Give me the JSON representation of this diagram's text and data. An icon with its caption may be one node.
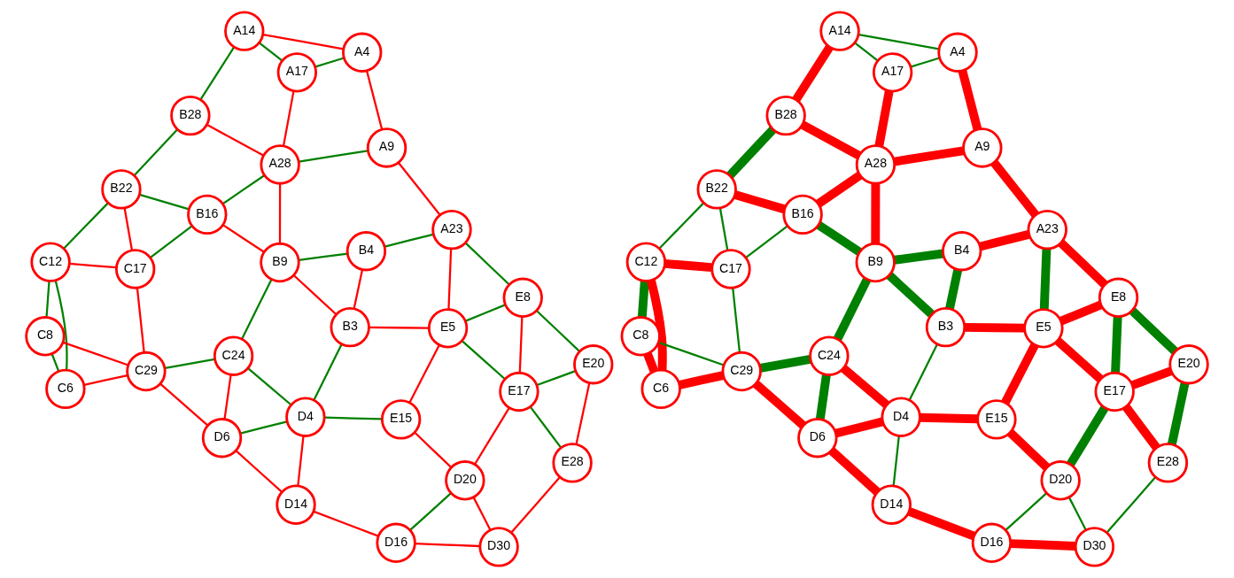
{
  "diagram": {
    "nodes": [
      {
        "text": [
          "A14"
        ]
      },
      {
        "text": [
          "B28"
        ]
      },
      {
        "text": [
          "A4"
        ]
      },
      {
        "text": [
          "B22"
        ]
      },
      {
        "text": [
          "C12"
        ]
      },
      {
        "text": [
          "A17"
        ]
      },
      {
        "text": [
          "A9"
        ]
      },
      {
        "text": [
          "C17"
        ]
      },
      {
        "text": [
          "C8"
        ]
      },
      {
        "text": [
          "C6"
        ]
      },
      {
        "text": [
          "A28"
        ]
      },
      {
        "text": [
          "B16"
        ]
      },
      {
        "text": [
          "A23"
        ]
      },
      {
        "text": [
          "B9"
        ]
      },
      {
        "text": [
          "B4"
        ]
      },
      {
        "text": [
          "C24"
        ]
      },
      {
        "text": [
          "C29"
        ]
      },
      {
        "text": [
          "B3"
        ]
      },
      {
        "text": [
          "E5"
        ]
      },
      {
        "text": [
          "D4"
        ]
      },
      {
        "text": [
          "D6"
        ]
      },
      {
        "text": [
          "E8"
        ]
      },
      {
        "text": [
          "E15"
        ]
      },
      {
        "text": [
          "D14"
        ]
      },
      {
        "text": [
          "D16"
        ]
      },
      {
        "text": [
          "E17"
        ]
      },
      {
        "text": [
          "D20"
        ]
      },
      {
        "text": [
          "E20"
        ]
      },
      {
        "text": [
          "D30"
        ]
      },
      {
        "text": [
          "E28"
        ]
      },
      {
        "text": [
          "A14"
        ]
      },
      {
        "text": [
          "B28"
        ]
      },
      {
        "text": [
          "A4"
        ]
      },
      {
        "text": [
          "B22"
        ]
      },
      {
        "text": [
          "C12"
        ]
      },
      {
        "text": [
          "A17"
        ]
      },
      {
        "text": [
          "A9"
        ]
      },
      {
        "text": [
          "C17"
        ]
      },
      {
        "text": [
          "C8"
        ]
      },
      {
        "text": [
          "C6"
        ]
      },
      {
        "text": [
          "A28"
        ]
      },
      {
        "text": [
          "B16"
        ]
      },
      {
        "text": [
          "A23"
        ]
      },
      {
        "text": [
          "B9"
        ]
      },
      {
        "text": [
          "B4"
        ]
      },
      {
        "text": [
          "C24"
        ]
      },
      {
        "text": [
          "C29"
        ]
      },
      {
        "text": [
          "B3"
        ]
      },
      {
        "text": [
          "E5"
        ]
      },
      {
        "text": [
          "D4"
        ]
      },
      {
        "text": [
          "D6"
        ]
      },
      {
        "text": [
          "E8"
        ]
      },
      {
        "text": [
          "E15"
        ]
      },
      {
        "text": [
          "D14"
        ]
      },
      {
        "text": [
          "D16"
        ]
      },
      {
        "text": [
          "E17"
        ]
      },
      {
        "text": [
          "D20"
        ]
      },
      {
        "text": [
          "E20"
        ]
      },
      {
        "text": [
          "D30"
        ]
      },
      {
        "text": [
          "E28"
        ]
      }
    ],
    "edges": [
      {
        "from": 0,
        "to": 2,
        "arrow": "none"
      },
      {
        "from": 0,
        "to": 1,
        "arrow": "none",
        "color": "#008000"
      },
      {
        "from": 0,
        "to": 5,
        "arrow": "none",
        "color": "#008000"
      },
      {
        "from": 2,
        "to": 5,
        "arrow": "none",
        "color": "#008000"
      },
      {
        "from": 2,
        "to": 6,
        "arrow": "none"
      },
      {
        "from": 5,
        "to": 10,
        "arrow": "none"
      },
      {
        "from": 6,
        "to": 10,
        "arrow": "none",
        "color": "#008000"
      },
      {
        "from": 6,
        "to": 12,
        "arrow": "none"
      },
      {
        "from": 1,
        "to": 10,
        "arrow": "none"
      },
      {
        "from": 1,
        "to": 3,
        "arrow": "none",
        "color": "#008000"
      },
      {
        "from": 3,
        "to": 4,
        "arrow": "none",
        "color": "#008000"
      },
      {
        "from": 3,
        "to": 11,
        "arrow": "none",
        "color": "#008000"
      },
      {
        "from": 3,
        "to": 7,
        "arrow": "none"
      },
      {
        "from": 4,
        "to": 7,
        "arrow": "none"
      },
      {
        "from": 4,
        "to": 8,
        "arrow": "none",
        "color": "#008000"
      },
      {
        "from": 4,
        "to": 9,
        "arrow": "none",
        "color": "#008000"
      },
      {
        "from": 8,
        "to": 9,
        "arrow": "none",
        "color": "#008000"
      },
      {
        "from": 8,
        "to": 16,
        "arrow": "none"
      },
      {
        "from": 9,
        "to": 16,
        "arrow": "none"
      },
      {
        "from": 7,
        "to": 11,
        "arrow": "none",
        "color": "#008000"
      },
      {
        "from": 7,
        "to": 16,
        "arrow": "none"
      },
      {
        "from": 10,
        "to": 11,
        "arrow": "none",
        "color": "#008000"
      },
      {
        "from": 10,
        "to": 13,
        "arrow": "none"
      },
      {
        "from": 11,
        "to": 13,
        "arrow": "none"
      },
      {
        "from": 12,
        "to": 14,
        "arrow": "none",
        "color": "#008000"
      },
      {
        "from": 12,
        "to": 21,
        "arrow": "none",
        "color": "#008000"
      },
      {
        "from": 12,
        "to": 18,
        "arrow": "none"
      },
      {
        "from": 14,
        "to": 13,
        "arrow": "none",
        "color": "#008000"
      },
      {
        "from": 14,
        "to": 17,
        "arrow": "none"
      },
      {
        "from": 13,
        "to": 17,
        "arrow": "none"
      },
      {
        "from": 13,
        "to": 15,
        "arrow": "none",
        "color": "#008000"
      },
      {
        "from": 15,
        "to": 16,
        "arrow": "none",
        "color": "#008000"
      },
      {
        "from": 15,
        "to": 19,
        "arrow": "none",
        "color": "#008000"
      },
      {
        "from": 15,
        "to": 20,
        "arrow": "none"
      },
      {
        "from": 16,
        "to": 20,
        "arrow": "none"
      },
      {
        "from": 17,
        "to": 18,
        "arrow": "none"
      },
      {
        "from": 17,
        "to": 19,
        "arrow": "none",
        "color": "#008000"
      },
      {
        "from": 18,
        "to": 21,
        "arrow": "none",
        "color": "#008000"
      },
      {
        "from": 18,
        "to": 22,
        "arrow": "none"
      },
      {
        "from": 18,
        "to": 25,
        "arrow": "none",
        "color": "#008000"
      },
      {
        "from": 19,
        "to": 20,
        "arrow": "none",
        "color": "#008000"
      },
      {
        "from": 19,
        "to": 22,
        "arrow": "none",
        "color": "#008000"
      },
      {
        "from": 19,
        "to": 23,
        "arrow": "none"
      },
      {
        "from": 20,
        "to": 23,
        "arrow": "none"
      },
      {
        "from": 21,
        "to": 25,
        "arrow": "none"
      },
      {
        "from": 21,
        "to": 27,
        "arrow": "none",
        "color": "#008000"
      },
      {
        "from": 22,
        "to": 26,
        "arrow": "none"
      },
      {
        "from": 23,
        "to": 24,
        "arrow": "none"
      },
      {
        "from": 25,
        "to": 27,
        "arrow": "none",
        "color": "#008000"
      },
      {
        "from": 25,
        "to": 26,
        "arrow": "none"
      },
      {
        "from": 25,
        "to": 29,
        "arrow": "none",
        "color": "#008000"
      },
      {
        "from": 24,
        "to": 26,
        "arrow": "none",
        "color": "#008000"
      },
      {
        "from": 24,
        "to": 28,
        "arrow": "none"
      },
      {
        "from": 26,
        "to": 28,
        "arrow": "none"
      },
      {
        "from": 27,
        "to": 29,
        "arrow": "none"
      },
      {
        "from": 29,
        "to": 28,
        "arrow": "none"
      },
      {
        "from": 30,
        "to": 32,
        "arrow": "none",
        "color": "#008000"
      },
      {
        "from": 30,
        "to": 31,
        "arrow": "none",
        "style": "thick"
      },
      {
        "from": 30,
        "to": 35,
        "arrow": "none",
        "color": "#008000"
      },
      {
        "from": 32,
        "to": 35,
        "arrow": "none",
        "color": "#008000"
      },
      {
        "from": 32,
        "to": 36,
        "arrow": "none",
        "style": "thick"
      },
      {
        "from": 35,
        "to": 40,
        "arrow": "none",
        "style": "thick"
      },
      {
        "from": 36,
        "to": 40,
        "arrow": "none",
        "style": "thick"
      },
      {
        "from": 36,
        "to": 42,
        "arrow": "none",
        "style": "thick"
      },
      {
        "from": 31,
        "to": 40,
        "arrow": "none",
        "style": "thick"
      },
      {
        "from": 31,
        "to": 33,
        "arrow": "none",
        "style": "thick",
        "color": "#008000"
      },
      {
        "from": 33,
        "to": 34,
        "arrow": "none",
        "color": "#008000"
      },
      {
        "from": 33,
        "to": 41,
        "arrow": "none",
        "style": "thick"
      },
      {
        "from": 33,
        "to": 37,
        "arrow": "none",
        "color": "#008000"
      },
      {
        "from": 34,
        "to": 37,
        "arrow": "none",
        "style": "thick"
      },
      {
        "from": 34,
        "to": 38,
        "arrow": "none",
        "style": "thick",
        "color": "#008000"
      },
      {
        "from": 34,
        "to": 39,
        "arrow": "none",
        "style": "thick"
      },
      {
        "from": 38,
        "to": 39,
        "arrow": "none",
        "style": "thick"
      },
      {
        "from": 38,
        "to": 46,
        "arrow": "none",
        "color": "#008000"
      },
      {
        "from": 39,
        "to": 46,
        "arrow": "none",
        "style": "thick"
      },
      {
        "from": 37,
        "to": 41,
        "arrow": "none",
        "color": "#008000"
      },
      {
        "from": 37,
        "to": 46,
        "arrow": "none",
        "color": "#008000"
      },
      {
        "from": 40,
        "to": 41,
        "arrow": "none",
        "style": "thick"
      },
      {
        "from": 40,
        "to": 43,
        "arrow": "none",
        "style": "thick"
      },
      {
        "from": 41,
        "to": 43,
        "arrow": "none",
        "style": "thick",
        "color": "#008000"
      },
      {
        "from": 42,
        "to": 44,
        "arrow": "none",
        "style": "thick"
      },
      {
        "from": 42,
        "to": 51,
        "arrow": "none",
        "style": "thick"
      },
      {
        "from": 42,
        "to": 48,
        "arrow": "none",
        "style": "thick",
        "color": "#008000"
      },
      {
        "from": 44,
        "to": 43,
        "arrow": "none",
        "style": "thick",
        "color": "#008000"
      },
      {
        "from": 44,
        "to": 47,
        "arrow": "none",
        "style": "thick",
        "color": "#008000"
      },
      {
        "from": 43,
        "to": 47,
        "arrow": "none",
        "style": "thick",
        "color": "#008000"
      },
      {
        "from": 43,
        "to": 45,
        "arrow": "none",
        "style": "thick",
        "color": "#008000"
      },
      {
        "from": 45,
        "to": 46,
        "arrow": "none",
        "style": "thick",
        "color": "#008000"
      },
      {
        "from": 45,
        "to": 49,
        "arrow": "none",
        "style": "thick"
      },
      {
        "from": 45,
        "to": 50,
        "arrow": "none",
        "style": "thick",
        "color": "#008000"
      },
      {
        "from": 46,
        "to": 50,
        "arrow": "none",
        "style": "thick"
      },
      {
        "from": 47,
        "to": 48,
        "arrow": "none",
        "style": "thick"
      },
      {
        "from": 47,
        "to": 49,
        "arrow": "none",
        "color": "#008000"
      },
      {
        "from": 48,
        "to": 51,
        "arrow": "none",
        "style": "thick"
      },
      {
        "from": 48,
        "to": 52,
        "arrow": "none",
        "style": "thick"
      },
      {
        "from": 48,
        "to": 55,
        "arrow": "none",
        "style": "thick"
      },
      {
        "from": 49,
        "to": 50,
        "arrow": "none",
        "style": "thick"
      },
      {
        "from": 49,
        "to": 52,
        "arrow": "none",
        "style": "thick"
      },
      {
        "from": 49,
        "to": 53,
        "arrow": "none",
        "color": "#008000"
      },
      {
        "from": 50,
        "to": 53,
        "arrow": "none",
        "style": "thick"
      },
      {
        "from": 51,
        "to": 55,
        "arrow": "none",
        "style": "thick",
        "color": "#008000"
      },
      {
        "from": 51,
        "to": 57,
        "arrow": "none",
        "style": "thick",
        "color": "#008000"
      },
      {
        "from": 52,
        "to": 56,
        "arrow": "none",
        "style": "thick"
      },
      {
        "from": 53,
        "to": 54,
        "arrow": "none",
        "style": "thick"
      },
      {
        "from": 55,
        "to": 57,
        "arrow": "none",
        "style": "thick"
      },
      {
        "from": 55,
        "to": 56,
        "arrow": "none",
        "style": "thick",
        "color": "#008000"
      },
      {
        "from": 55,
        "to": 59,
        "arrow": "none",
        "style": "thick"
      },
      {
        "from": 54,
        "to": 56,
        "arrow": "none",
        "color": "#008000"
      },
      {
        "from": 54,
        "to": 58,
        "arrow": "none",
        "style": "thick"
      },
      {
        "from": 56,
        "to": 58,
        "arrow": "none",
        "color": "#008000"
      },
      {
        "from": 57,
        "to": 59,
        "arrow": "none",
        "style": "thick",
        "color": "#008000"
      },
      {
        "from": 59,
        "to": 58,
        "arrow": "none",
        "color": "#008000"
      }
    ]
  }
}
